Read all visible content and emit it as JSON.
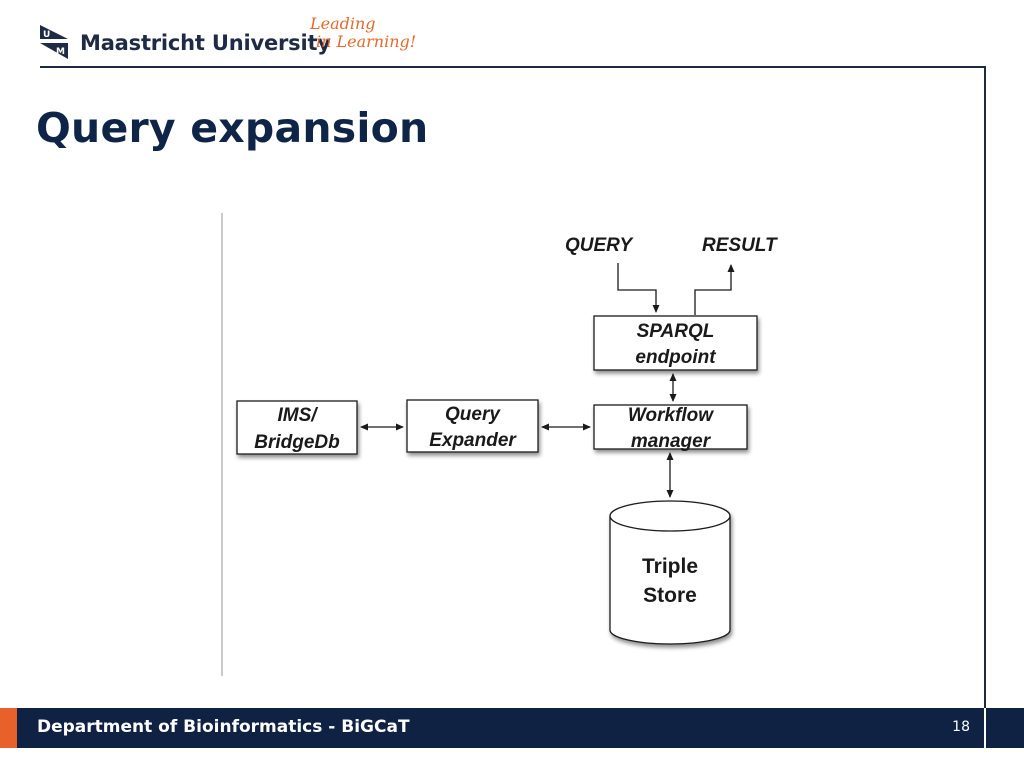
{
  "header": {
    "university_name": "Maastricht University",
    "logo_mark_letters": [
      "U",
      "M"
    ],
    "tagline": [
      "Leading",
      "in Learning!"
    ]
  },
  "slide": {
    "title": "Query expansion"
  },
  "diagram": {
    "inputs": {
      "query": "QUERY",
      "result": "RESULT"
    },
    "nodes": {
      "sparql": [
        "SPARQL",
        "endpoint"
      ],
      "workflow": [
        "Workflow",
        "manager"
      ],
      "expander": [
        "Query",
        "Expander"
      ],
      "ims": [
        "IMS/",
        "BridgeDb"
      ],
      "store": [
        "Triple",
        "Store"
      ]
    }
  },
  "footer": {
    "department": "Department of Bioinformatics - BiGCaT",
    "page_number": "18"
  },
  "colors": {
    "navy": "#0f2244",
    "title_navy": "#0f2548",
    "accent_orange": "#e8612a"
  }
}
